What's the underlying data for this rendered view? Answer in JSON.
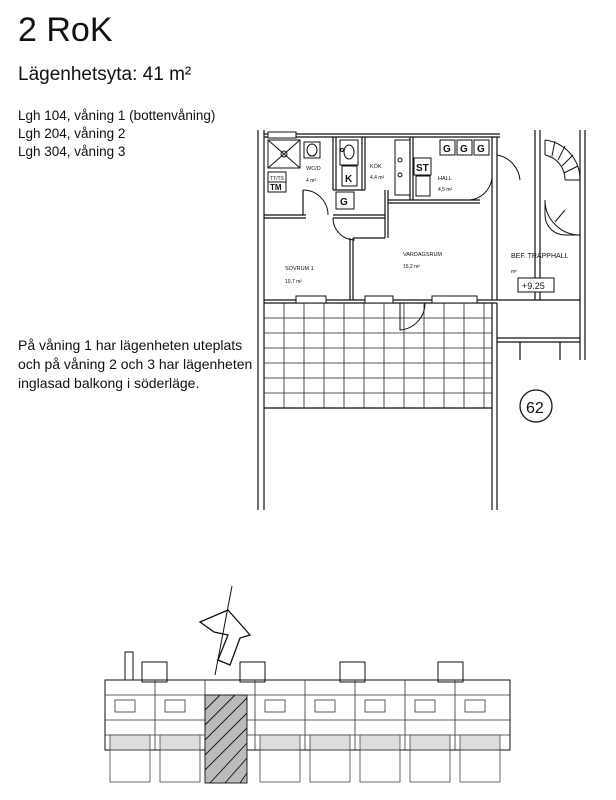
{
  "header": {
    "title": "2 RoK",
    "area": "Lägenhetsyta: 41 m²"
  },
  "units": [
    "Lgh 104, våning 1 (bottenvåning)",
    "Lgh 204, våning 2",
    "Lgh 304, våning 3"
  ],
  "description": "På våning 1 har lägenheten uteplats och på våning 2 och 3 har lägenheten inglasad balkong i söderläge.",
  "plan": {
    "rooms": {
      "wc": "WC/D",
      "wc_area": "4 m²",
      "kok": "KÖK",
      "kok_area": "4,4 m²",
      "hall": "HALL",
      "hall_area": "4,5 m²",
      "sovrum": "SOVRUM 1",
      "sovrum_area": "10,7 m²",
      "vardagsrum": "VARDAGSRUM",
      "vardagsrum_area": "15,2 m²",
      "trapphall": "BEF. TRAPPHALL",
      "trapphall_area": "m²"
    },
    "symbols": {
      "k": "K",
      "g": "G",
      "st": "ST",
      "tm": "TM",
      "tt": "TT/TS"
    },
    "level": "+9.25",
    "building_number": "62"
  }
}
